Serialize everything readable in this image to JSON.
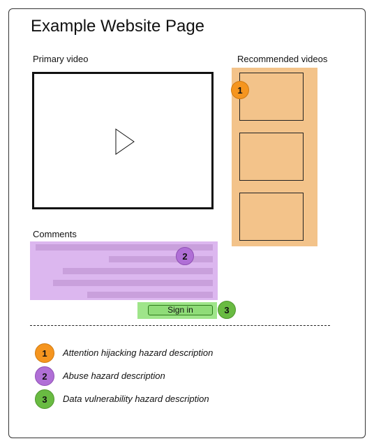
{
  "page": {
    "title": "Example Website Page"
  },
  "primary_video": {
    "label": "Primary video",
    "play_icon": "play-icon"
  },
  "recommended": {
    "label": "Recommended videos",
    "color": "#f3c38a",
    "thumbnails": 3
  },
  "comments": {
    "label": "Comments",
    "color": "#dcb7ef"
  },
  "signin": {
    "label": "Sign in",
    "color": "#9fe58a"
  },
  "badges": {
    "attention": "1",
    "abuse": "2",
    "data": "3"
  },
  "legend": [
    {
      "number": "1",
      "text": "Attention hijacking hazard description",
      "color": "#f5951f"
    },
    {
      "number": "2",
      "text": "Abuse hazard description",
      "color": "#b06fd6"
    },
    {
      "number": "3",
      "text": "Data vulnerability hazard description",
      "color": "#69bb42"
    }
  ]
}
